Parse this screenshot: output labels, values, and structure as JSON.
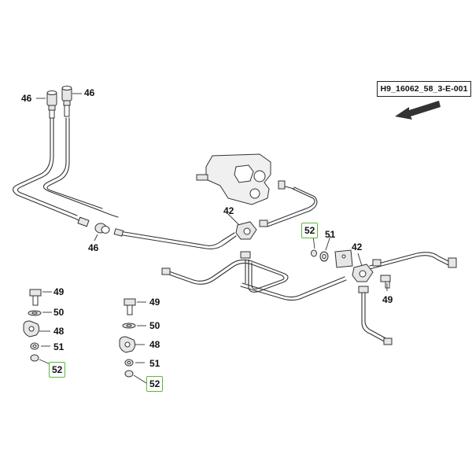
{
  "reference_code": "H9_16062_58_3-E-001",
  "callouts": {
    "c46a": "46",
    "c46b": "46",
    "c46c": "46",
    "c42a": "42",
    "c42b": "42",
    "c52a": "52",
    "c51a": "51",
    "c49r": "49",
    "c49a": "49",
    "c50a": "50",
    "c48a": "48",
    "c51b": "51",
    "c52b": "52",
    "c49b": "49",
    "c50b": "50",
    "c48b": "48",
    "c51c": "51",
    "c52c": "52"
  },
  "colors": {
    "line": "#333333",
    "part_fill": "#e6e6e6",
    "highlight": "#5cb83a"
  }
}
